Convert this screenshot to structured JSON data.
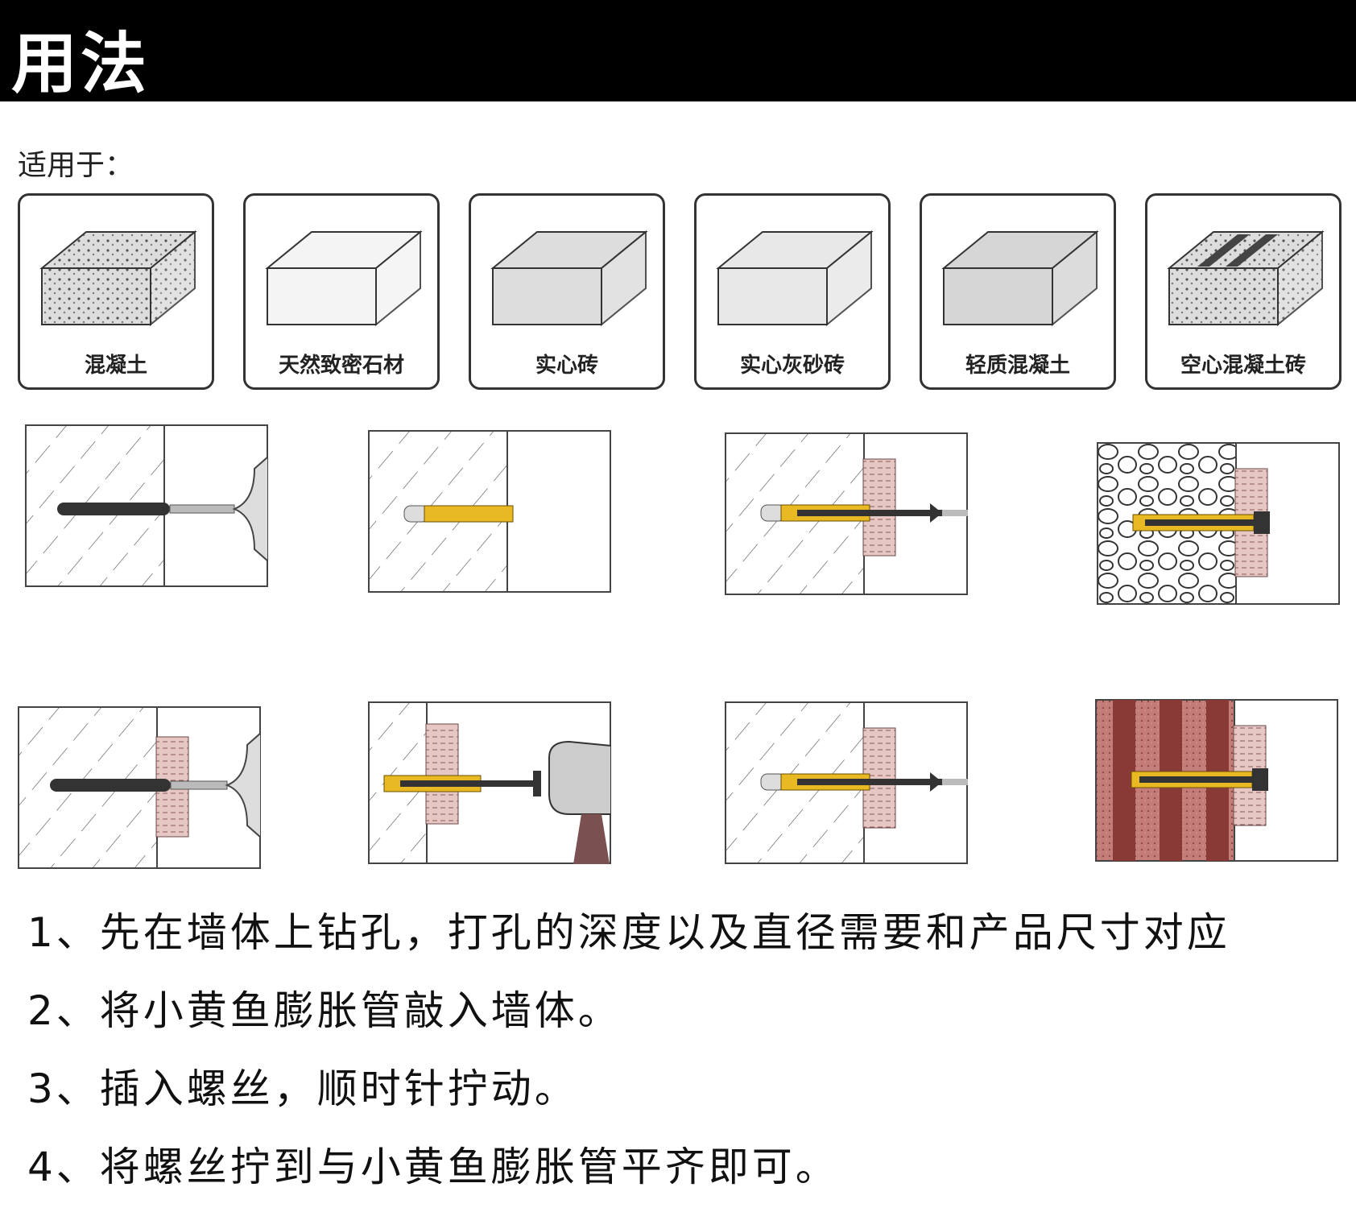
{
  "header": {
    "title": "用法"
  },
  "applicable_label": "适用于：",
  "materials": [
    {
      "label": "混凝土",
      "icon": "concrete-block-icon"
    },
    {
      "label": "天然致密石材",
      "icon": "natural-stone-icon"
    },
    {
      "label": "实心砖",
      "icon": "solid-brick-icon"
    },
    {
      "label": "实心灰砂砖",
      "icon": "sand-lime-brick-icon"
    },
    {
      "label": "轻质混凝土",
      "icon": "lightweight-concrete-icon"
    },
    {
      "label": "空心混凝土砖",
      "icon": "hollow-concrete-brick-icon"
    }
  ],
  "steps": [
    "1、先在墙体上钻孔，打孔的深度以及直径需要和产品尺寸对应",
    "2、将小黄鱼膨胀管敲入墙体。",
    "3、插入螺丝，顺时针拧动。",
    "4、将螺丝拧到与小黄鱼膨胀管平齐即可。"
  ],
  "colors": {
    "anchor": "#e8b923",
    "brick": "#c98a88",
    "header": "#000000"
  }
}
